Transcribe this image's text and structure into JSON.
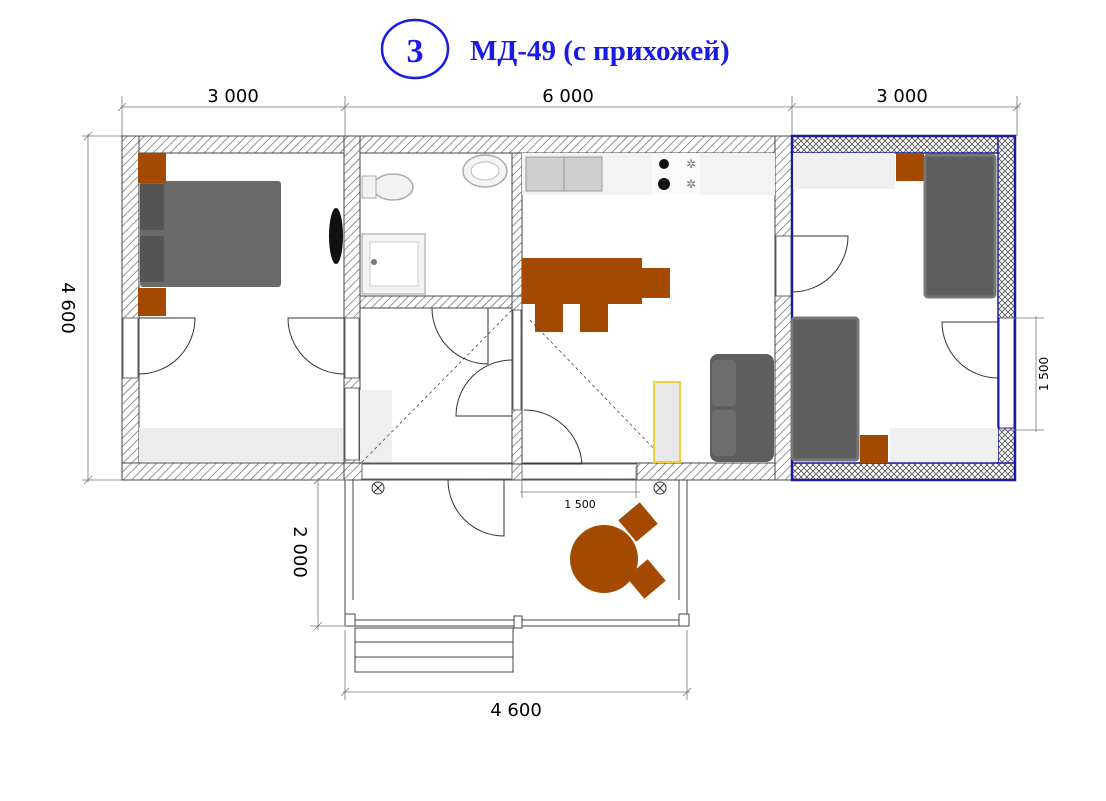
{
  "title": {
    "number": "3",
    "text": "МД-49 (с прихожей)",
    "color": "#1a1ae6"
  },
  "dimensions": {
    "top_left": "3 000",
    "top_middle": "6 000",
    "top_right": "3 000",
    "left_height": "4 600",
    "porch_depth": "2 000",
    "porch_width": "4 600",
    "window_width": "1 500",
    "right_door": "1 500"
  },
  "colors": {
    "wall_hatch": "#555555",
    "wood": "#a34a00",
    "sofa": "#5e5e5e",
    "highlight_frame": "#1c1ca0",
    "yellow_frame": "#f0d040"
  }
}
